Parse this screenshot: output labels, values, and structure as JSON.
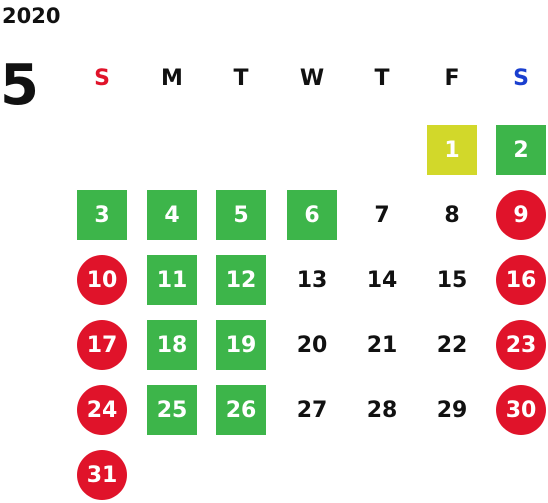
{
  "calendar": {
    "year": "2020",
    "month": "5",
    "weekdays": [
      {
        "label": "S",
        "color": "#e0132a"
      },
      {
        "label": "M",
        "color": "#111111"
      },
      {
        "label": "T",
        "color": "#111111"
      },
      {
        "label": "W",
        "color": "#111111"
      },
      {
        "label": "T",
        "color": "#111111"
      },
      {
        "label": "F",
        "color": "#111111"
      },
      {
        "label": "S",
        "color": "#1a3fcf"
      }
    ],
    "days": [
      {
        "day": "1",
        "style": "yellow"
      },
      {
        "day": "2",
        "style": "green"
      },
      {
        "day": "3",
        "style": "green"
      },
      {
        "day": "4",
        "style": "green"
      },
      {
        "day": "5",
        "style": "green"
      },
      {
        "day": "6",
        "style": "green"
      },
      {
        "day": "7",
        "style": "plain"
      },
      {
        "day": "8",
        "style": "plain"
      },
      {
        "day": "9",
        "style": "red"
      },
      {
        "day": "10",
        "style": "red"
      },
      {
        "day": "11",
        "style": "green"
      },
      {
        "day": "12",
        "style": "green"
      },
      {
        "day": "13",
        "style": "plain"
      },
      {
        "day": "14",
        "style": "plain"
      },
      {
        "day": "15",
        "style": "plain"
      },
      {
        "day": "16",
        "style": "red"
      },
      {
        "day": "17",
        "style": "red"
      },
      {
        "day": "18",
        "style": "green"
      },
      {
        "day": "19",
        "style": "green"
      },
      {
        "day": "20",
        "style": "plain"
      },
      {
        "day": "21",
        "style": "plain"
      },
      {
        "day": "22",
        "style": "plain"
      },
      {
        "day": "23",
        "style": "red"
      },
      {
        "day": "24",
        "style": "red"
      },
      {
        "day": "25",
        "style": "green"
      },
      {
        "day": "26",
        "style": "green"
      },
      {
        "day": "27",
        "style": "plain"
      },
      {
        "day": "28",
        "style": "plain"
      },
      {
        "day": "29",
        "style": "plain"
      },
      {
        "day": "30",
        "style": "red"
      },
      {
        "day": "31",
        "style": "red"
      }
    ],
    "first_weekday_index": 5
  }
}
